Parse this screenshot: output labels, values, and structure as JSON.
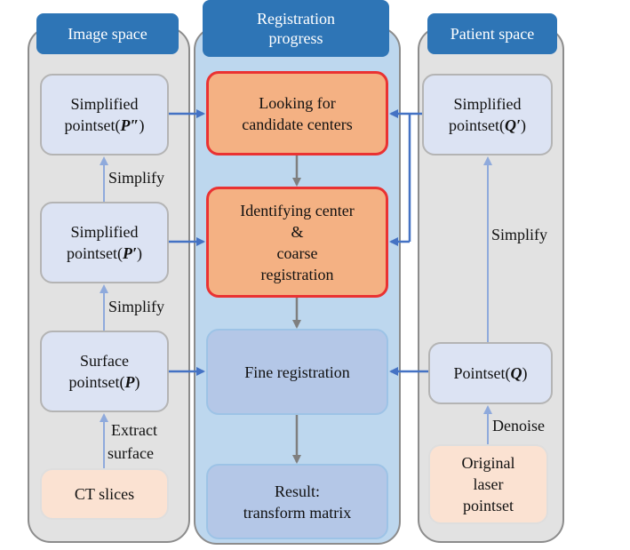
{
  "panels": {
    "image_space": "Image space",
    "registration_progress": [
      "Registration",
      "progress"
    ],
    "patient_space": "Patient space"
  },
  "image_space": {
    "simplified_pp": [
      "Simplified",
      "pointset(",
      "P″",
      ")"
    ],
    "simplified_p": [
      "Simplified",
      "pointset(",
      "P′",
      ")"
    ],
    "surface_p": [
      "Surface",
      "pointset(",
      "P",
      ")"
    ],
    "ct_slices": "CT slices",
    "simplify_1": "Simplify",
    "simplify_2": "Simplify",
    "extract_surface": [
      "Extract",
      "surface"
    ]
  },
  "registration": {
    "looking": [
      "Looking for",
      "candidate centers"
    ],
    "identifying": [
      "Identifying center",
      "&",
      "coarse",
      "registration"
    ],
    "fine": "Fine registration",
    "result": [
      "Result:",
      "transform matrix"
    ]
  },
  "patient_space": {
    "simplified_q": [
      "Simplified",
      "pointset(",
      "Q′",
      ")"
    ],
    "pointset_q": [
      "Pointset(",
      "Q",
      ")"
    ],
    "original": [
      "Original",
      "laser",
      "pointset"
    ],
    "simplify": "Simplify",
    "denoise": "Denoise"
  },
  "colors": {
    "header": "#2e75b6",
    "side_panel": "#e2e2e2",
    "middle_panel": "#bdd7ee",
    "highlight_box": "#f4b183",
    "highlight_border": "#ea3232",
    "arrow_blue": "#4472c4",
    "arrow_light": "#8faadc",
    "arrow_gray": "#7f7f7f"
  }
}
